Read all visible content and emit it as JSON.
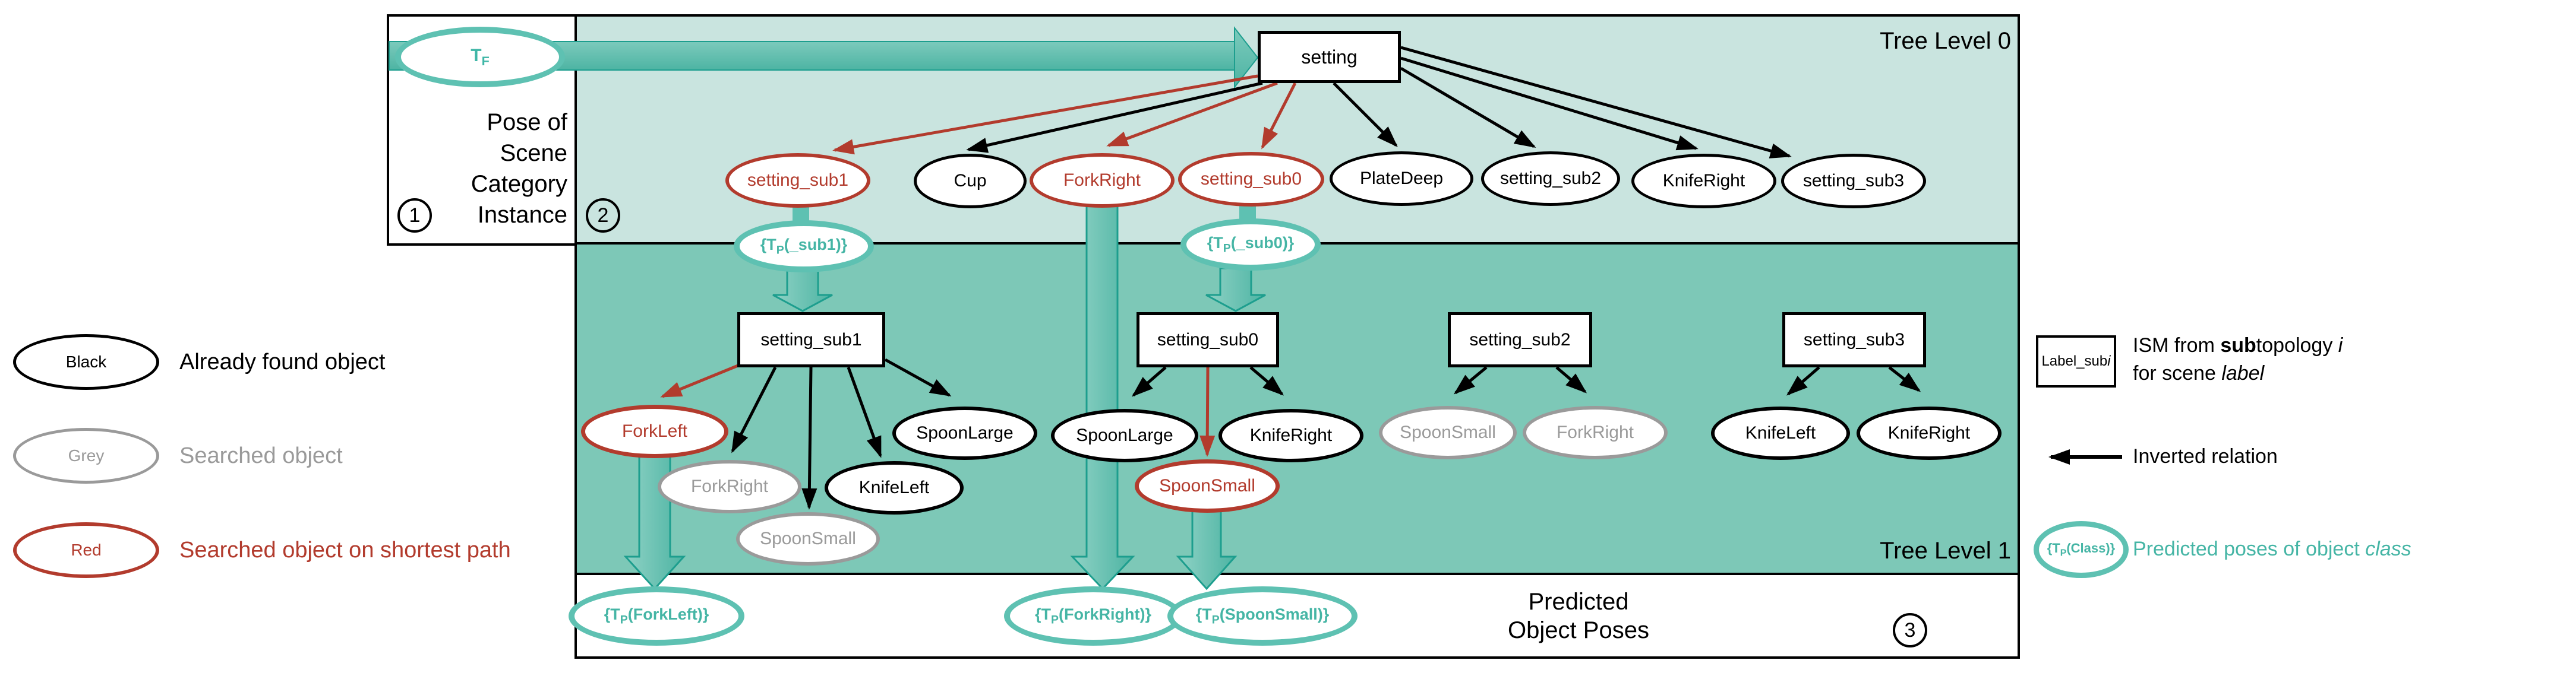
{
  "figure": {
    "type": "tree-diagram",
    "description_note": "ISM scene recognition tree figure"
  },
  "colors": {
    "teal_light_bg": "#c9e4df",
    "teal_dark_bg": "#7dc8b7",
    "teal_band_fill": "#57bbab",
    "teal_band_border": "#1d9e8e",
    "teal_ellipse_border": "#5ec1b2",
    "teal_text": "#45b5a5",
    "red": "#b23b2d",
    "grey": "#9a9a9a",
    "black": "#000000"
  },
  "regions": {
    "tree_level_0": "Tree Level 0",
    "tree_level_1": "Tree Level 1",
    "predicted_line1": "Predicted",
    "predicted_line2": "Object Poses"
  },
  "panel": {
    "caption": [
      "Pose of",
      "Scene",
      "Category",
      "Instance"
    ],
    "step1": "1",
    "step2": "2",
    "step3": "3"
  },
  "tf": {
    "main": "T",
    "sub": "F"
  },
  "level0": {
    "root": "setting",
    "setting_sub1": "setting_sub1",
    "cup": "Cup",
    "forkright": "ForkRight",
    "setting_sub0": "setting_sub0",
    "platedeep": "PlateDeep",
    "setting_sub2": "setting_sub2",
    "kniferight": "KnifeRight",
    "setting_sub3": "setting_sub3"
  },
  "tp": {
    "sub1": {
      "open": "{T",
      "sub": "P",
      "rest": "(_sub1)}"
    },
    "sub0": {
      "open": "{T",
      "sub": "P",
      "rest": "(_sub0)}"
    },
    "forkleft": {
      "open": "{T",
      "sub": "P",
      "rest": "(ForkLeft)}"
    },
    "forkright": {
      "open": "{T",
      "sub": "P",
      "rest": "(ForkRight)}"
    },
    "spoonsmall": {
      "open": "{T",
      "sub": "P",
      "rest": "(SpoonSmall)}"
    },
    "class": {
      "open": "{T",
      "sub": "P",
      "rest": "(Class)}"
    }
  },
  "level1": {
    "box_sub1": "setting_sub1",
    "box_sub0": "setting_sub0",
    "box_sub2": "setting_sub2",
    "box_sub3": "setting_sub3",
    "sub1_forkleft": "ForkLeft",
    "sub1_forkright": "ForkRight",
    "sub1_spoonsmall": "SpoonSmall",
    "sub1_knifeleft": "KnifeLeft",
    "sub1_spoonlarge": "SpoonLarge",
    "sub0_spoonlarge": "SpoonLarge",
    "sub0_kniferight": "KnifeRight",
    "sub0_spoonsmall": "SpoonSmall",
    "sub2_spoonsmall": "SpoonSmall",
    "sub2_forkright": "ForkRight",
    "sub3_knifeleft": "KnifeLeft",
    "sub3_kniferight": "KnifeRight"
  },
  "legend_left": {
    "black_swatch": "Black",
    "black_desc": "Already found object",
    "grey_swatch": "Grey",
    "grey_desc": "Searched object",
    "red_swatch": "Red",
    "red_desc": "Searched object on shortest path"
  },
  "legend_right": {
    "label_box_pre": "Label_sub",
    "label_box_it": "i",
    "ism_line1_pre": "ISM from ",
    "ism_line1_bold": "sub",
    "ism_line1_mid": "topology ",
    "ism_line1_it": "i",
    "ism_line2_pre": "for scene ",
    "ism_line2_it": "label",
    "inverted": "Inverted relation",
    "pred_pre": "Predicted poses of object ",
    "pred_it": "class"
  }
}
